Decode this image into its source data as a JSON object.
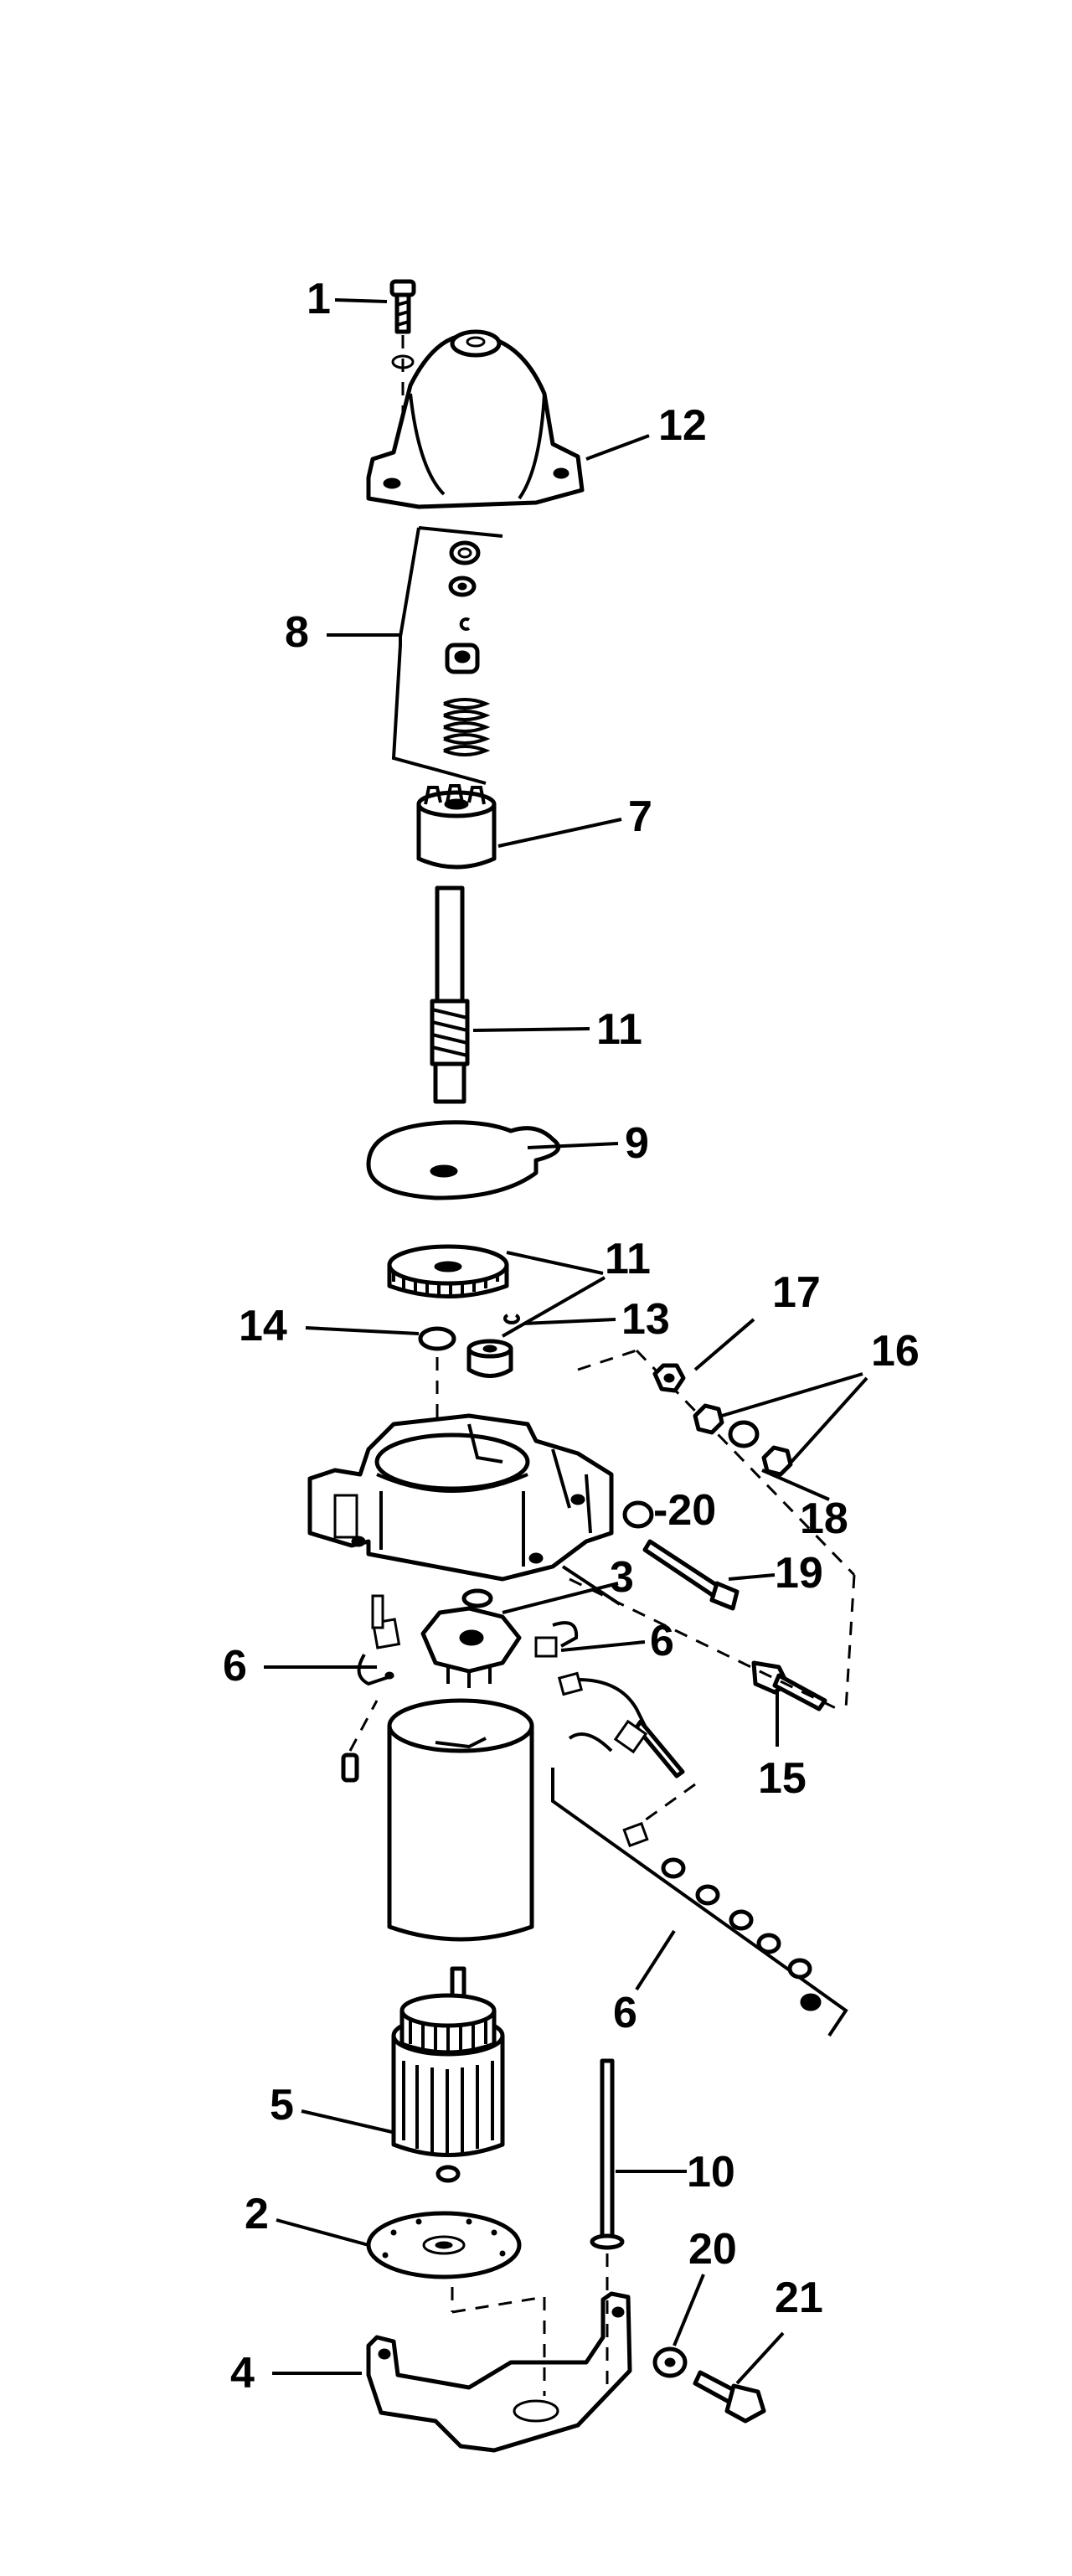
{
  "diagram": {
    "labels": {
      "l1": "1",
      "l2": "2",
      "l3": "3",
      "l4": "4",
      "l5": "5",
      "l6a": "6",
      "l6b": "6",
      "l6c": "6",
      "l7": "7",
      "l8": "8",
      "l9": "9",
      "l10": "10",
      "l11a": "11",
      "l11b": "11",
      "l12": "12",
      "l13": "13",
      "l14": "14",
      "l15": "15",
      "l16": "16",
      "l17": "17",
      "l18": "18",
      "l19": "19",
      "l20a": "-20",
      "l20b": "20",
      "l21": "21"
    }
  }
}
